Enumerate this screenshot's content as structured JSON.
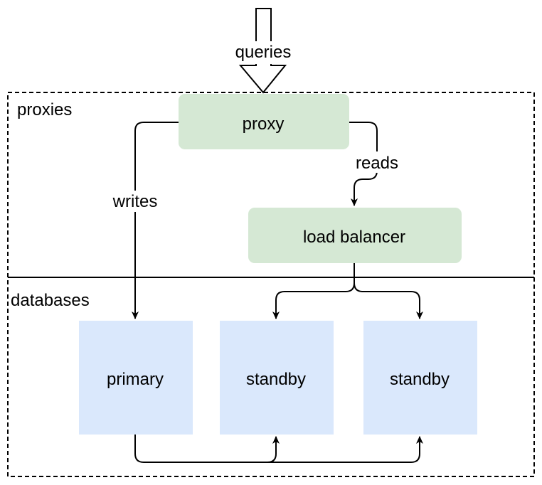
{
  "regions": {
    "proxies": "proxies",
    "databases": "databases"
  },
  "input_label": "queries",
  "nodes": {
    "proxy": "proxy",
    "load_balancer": "load balancer",
    "primary": "primary",
    "standby_1": "standby",
    "standby_2": "standby"
  },
  "edges": {
    "writes": "writes",
    "reads": "reads"
  },
  "colors": {
    "proxy_fill": "#d5e8d4",
    "database_fill": "#dae8fc",
    "stroke": "#000000"
  }
}
